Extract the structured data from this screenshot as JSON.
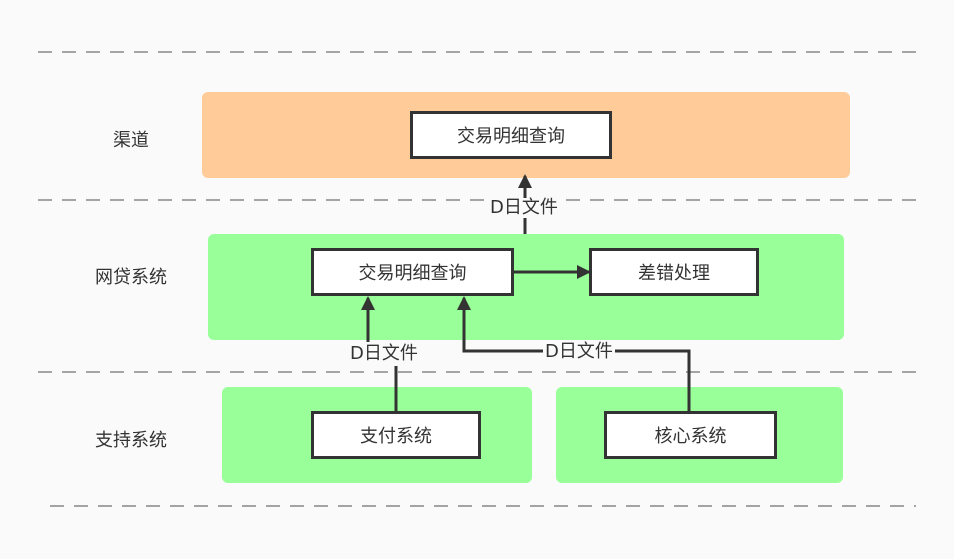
{
  "lanes": {
    "channel": "渠道",
    "loan": "网贷系统",
    "support": "支持系统"
  },
  "nodes": {
    "channel_query": "交易明细查询",
    "loan_query": "交易明细查询",
    "error_handling": "差错处理",
    "payment_system": "支付系统",
    "core_system": "核心系统"
  },
  "edge_labels": {
    "loan_to_channel": "D日文件",
    "payment_to_loan": "D日文件",
    "core_to_loan": "D日文件"
  },
  "colors": {
    "channel_region": "#ffcc99",
    "system_region": "#99ff99",
    "stroke": "#333333"
  }
}
